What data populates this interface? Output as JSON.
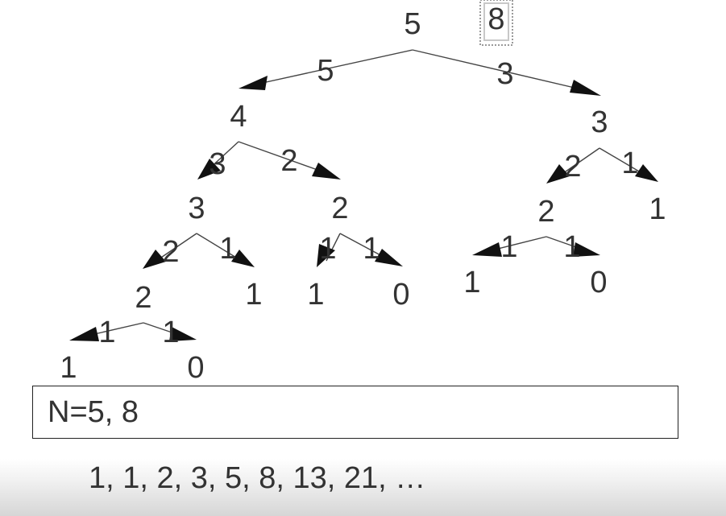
{
  "diagram": {
    "root_value": "5",
    "result_badge": "8",
    "nodes": [
      "4",
      "3",
      "3",
      "2",
      "2",
      "1",
      "2",
      "1",
      "1",
      "0",
      "1",
      "0",
      "1",
      "0"
    ],
    "edge_labels": [
      "5",
      "3",
      "3",
      "2",
      "2",
      "1",
      "2",
      "1",
      "1",
      "1",
      "1",
      "1",
      "1",
      "1"
    ]
  },
  "box": {
    "text": "N=5, 8"
  },
  "sequence": {
    "text": "1, 1, 2, 3, 5, 8, 13, 21, …"
  }
}
